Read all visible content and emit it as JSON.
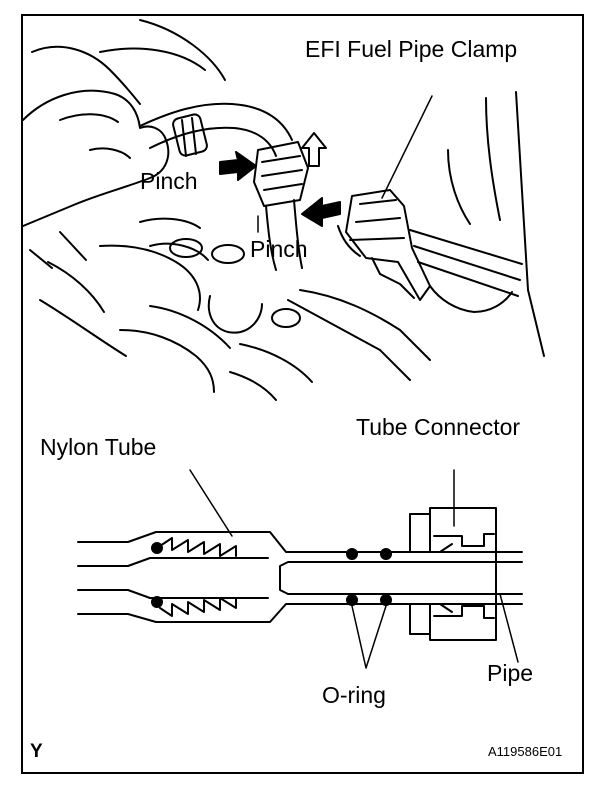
{
  "labels": {
    "clamp": "EFI Fuel Pipe Clamp",
    "pinch_left": "Pinch",
    "pinch_center": "Pinch",
    "tube_connector": "Tube Connector",
    "nylon_tube": "Nylon Tube",
    "o_ring": "O-ring",
    "pipe": "Pipe",
    "figure_code": "A119586E01",
    "corner_mark": "Y"
  },
  "colors": {
    "ink": "#000000",
    "paper": "#ffffff"
  }
}
